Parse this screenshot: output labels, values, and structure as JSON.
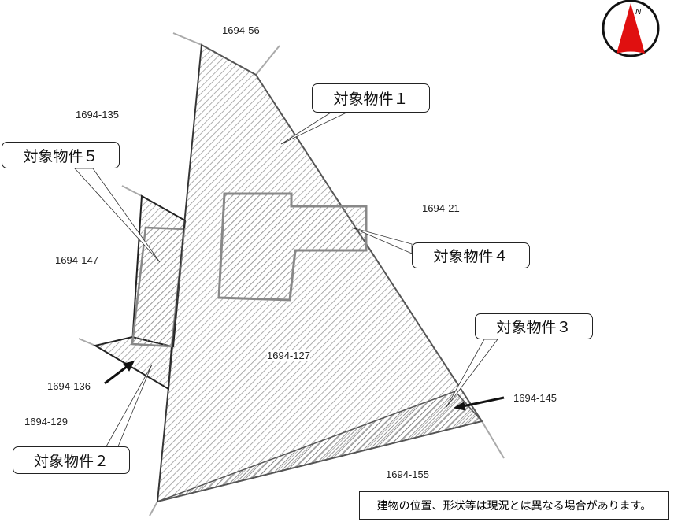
{
  "compass": {
    "label": "N",
    "icon": "north-arrow-icon",
    "color": "#e01010"
  },
  "lots": [
    {
      "id": "1694-56"
    },
    {
      "id": "1694-135"
    },
    {
      "id": "1694-21"
    },
    {
      "id": "1694-147"
    },
    {
      "id": "1694-127"
    },
    {
      "id": "1694-136"
    },
    {
      "id": "1694-145"
    },
    {
      "id": "1694-129"
    },
    {
      "id": "1694-155"
    }
  ],
  "properties": [
    {
      "label": "対象物件１"
    },
    {
      "label": "対象物件２"
    },
    {
      "label": "対象物件３"
    },
    {
      "label": "対象物件４"
    },
    {
      "label": "対象物件５"
    }
  ],
  "note": "建物の位置、形状等は現況とは異なる場合があります。"
}
